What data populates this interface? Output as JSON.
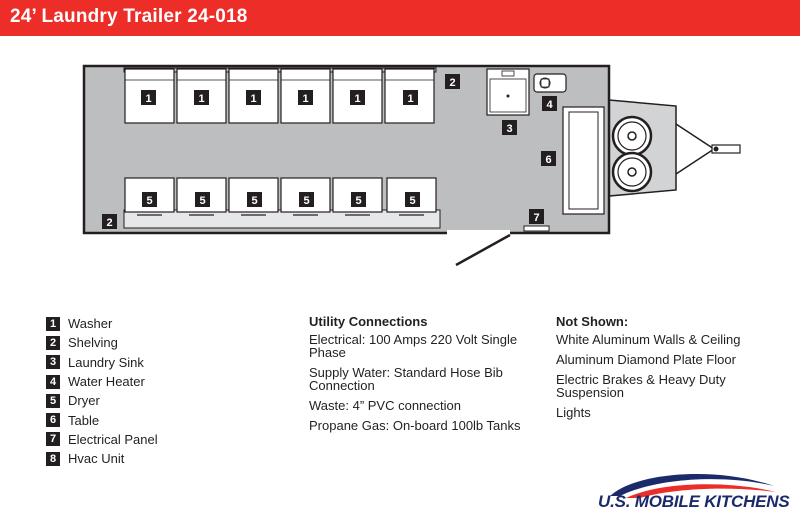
{
  "header": {
    "title": "24’ Laundry Trailer 24-018"
  },
  "plan": {
    "tags": {
      "washer": "1",
      "shelving": "2",
      "sink": "3",
      "water_heater": "4",
      "dryer": "5",
      "table": "6",
      "panel": "7"
    }
  },
  "legend": [
    {
      "num": "1",
      "label": "Washer"
    },
    {
      "num": "2",
      "label": "Shelving"
    },
    {
      "num": "3",
      "label": "Laundry Sink"
    },
    {
      "num": "4",
      "label": "Water Heater"
    },
    {
      "num": "5",
      "label": "Dryer"
    },
    {
      "num": "6",
      "label": "Table"
    },
    {
      "num": "7",
      "label": "Electrical Panel"
    },
    {
      "num": "8",
      "label": "Hvac Unit"
    }
  ],
  "utility": {
    "title": "Utility Connections",
    "items": [
      "Electrical: 100 Amps 220 Volt Single Phase",
      "Supply Water: Standard Hose Bib Connection",
      "Waste: 4” PVC connection",
      "Propane Gas: On-board 100lb Tanks"
    ]
  },
  "not_shown": {
    "title": "Not Shown:",
    "items": [
      "White Aluminum Walls & Ceiling",
      "Aluminum Diamond Plate Floor",
      "Electric Brakes & Heavy Duty Suspension",
      "Lights"
    ]
  },
  "logo": {
    "part1": "U.S. ",
    "part2": "MOBILE KITCHENS"
  },
  "colors": {
    "header": "#ed2d27",
    "floor": "#bcbec0",
    "ink": "#231f20",
    "logo_blue": "#1b2a6b",
    "logo_red": "#ed2d27"
  }
}
